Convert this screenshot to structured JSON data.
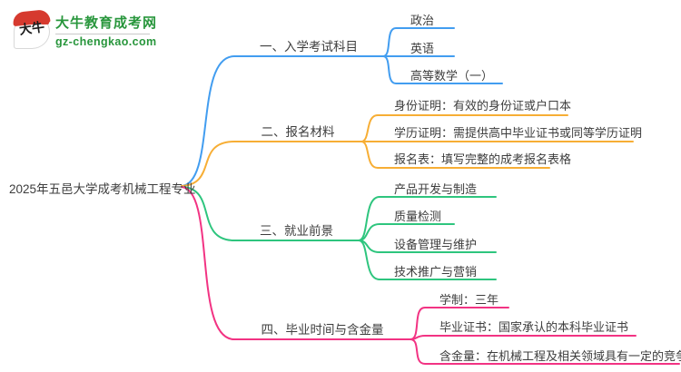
{
  "logo": {
    "icon_text": "大牛",
    "site_name": "大牛教育成考网",
    "site_url": "gz-chengkao.com"
  },
  "root": {
    "label": "2025年五邑大学成考机械工程专业"
  },
  "branches": [
    {
      "label": "一、入学考试科目",
      "color": "#429df0",
      "children": [
        "政治",
        "英语",
        "高等数学（一）"
      ]
    },
    {
      "label": "二、报名材料",
      "color": "#f7ae35",
      "children": [
        "身份证明：有效的身份证或户口本",
        "学历证明：需提供高中毕业证书或同等学历证明",
        "报名表：填写完整的成考报名表格"
      ]
    },
    {
      "label": "三、就业前景",
      "color": "#2ec57e",
      "children": [
        "产品开发与制造",
        "质量检测",
        "设备管理与维护",
        "技术推广与营销"
      ]
    },
    {
      "label": "四、毕业时间与含金量",
      "color": "#f23383",
      "children": [
        "学制：三年",
        "毕业证书：国家承认的本科毕业证书",
        "含金量：在机械工程及相关领域具有一定的竞争力"
      ]
    }
  ]
}
